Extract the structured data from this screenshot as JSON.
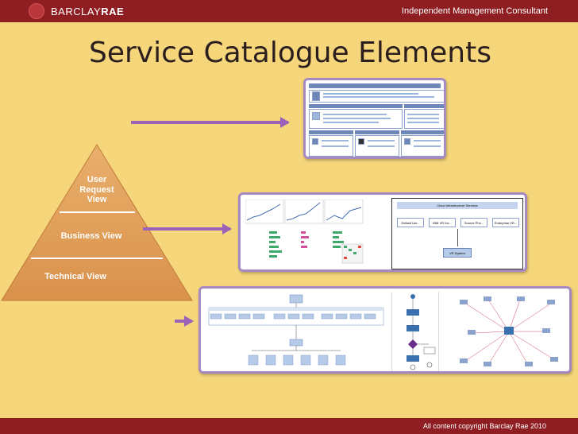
{
  "header": {
    "logo_part1": "BARCLAY",
    "logo_part2": "RAE",
    "tagline": "Independent Management Consultant"
  },
  "title": "Service Catalogue Elements",
  "pyramid": {
    "levels": [
      {
        "label": "User\nRequest\nView"
      },
      {
        "label": "Business View"
      },
      {
        "label": "Technical View"
      }
    ]
  },
  "thumbnails": {
    "cloud_title": "Cloud Infrastructure Services",
    "cloud_boxes": [
      "Default Uni...",
      "IBM VR Ins...",
      "Source Pho...",
      "Enterprise VR..."
    ],
    "cloud_system": "VR System"
  },
  "footer": {
    "copyright": "All content copyright Barclay Rae 2010"
  },
  "colors": {
    "background": "#f6d67a",
    "bar": "#8f1e22",
    "pyramid": "#e2a25d",
    "arrow": "#9b63b7"
  }
}
